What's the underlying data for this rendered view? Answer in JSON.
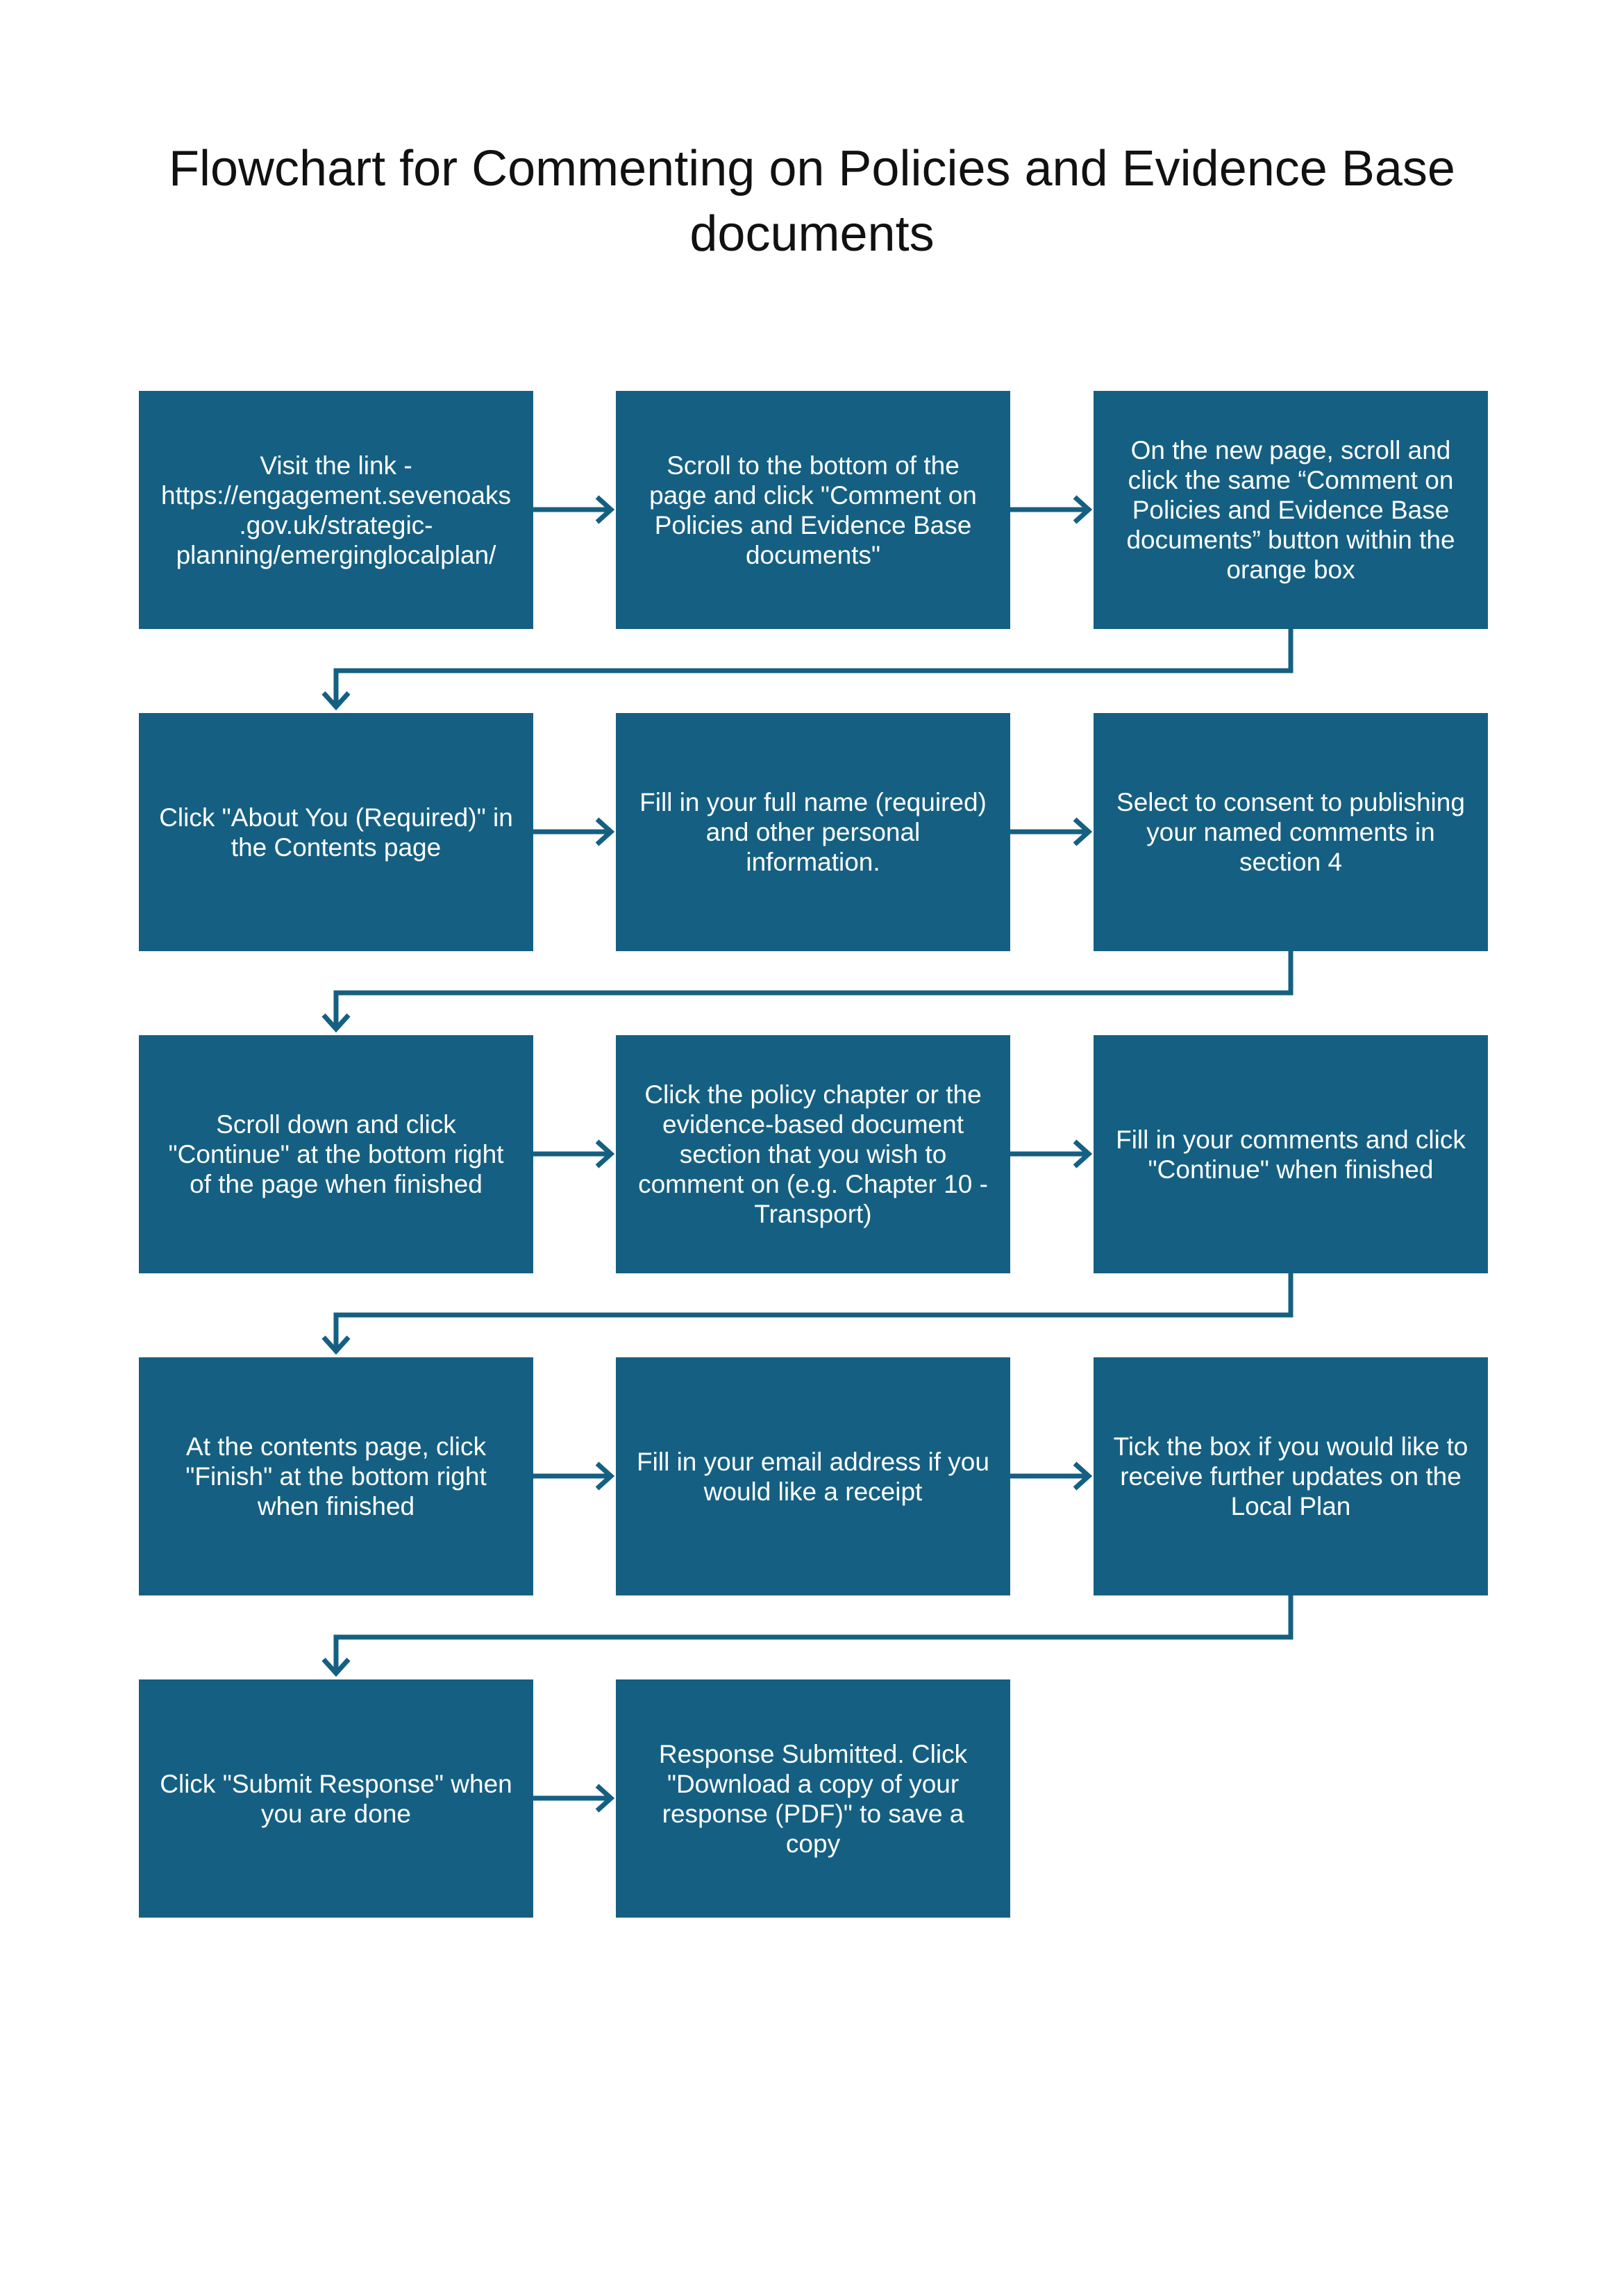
{
  "title": "Flowchart for Commenting on Policies and Evidence Base documents",
  "colors": {
    "box": "#156082",
    "connector": "#156082",
    "title_text": "#111111",
    "box_text": "#ffffff"
  },
  "steps": [
    "Visit the link - https://engagement.sevenoaks.gov.uk/strategic-planning/emerginglocalplan/",
    "Scroll to the bottom of the page and click \"Comment on Policies and Evidence Base documents\"",
    "On the new page, scroll and click the same “Comment on Policies and Evidence Base documents” button within the orange box",
    "Click \"About You (Required)\" in the Contents page",
    "Fill in your full name (required) and other personal information.",
    "Select to consent to publishing your named comments in section 4",
    "Scroll down and click \"Continue\" at the bottom right of the page when finished",
    "Click the policy chapter or the evidence-based document section that you wish to comment on (e.g. Chapter 10 - Transport)",
    "Fill in your comments and click \"Continue\" when finished",
    "At the contents page, click \"Finish\" at the bottom right when finished",
    "Fill in your email address if you would like a receipt",
    "Tick the box if you would like to receive further updates on the Local Plan",
    "Click \"Submit Response\" when you are done",
    "Response Submitted. Click \"Download a copy of your response (PDF)\" to save a copy"
  ]
}
